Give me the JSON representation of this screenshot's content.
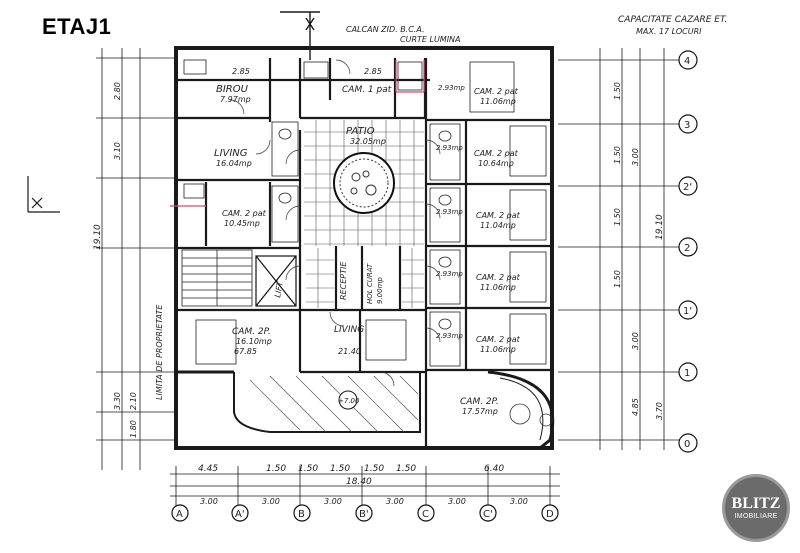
{
  "title": "ETAJ1",
  "header_notes": {
    "capacity_line1": "CAPACITATE CAZARE ET.",
    "capacity_line2": "MAX. 17 LOCURI",
    "top_center_line1": "CALCAN ZID. B.C.A.",
    "top_center_line2": "CURTE LUMINA"
  },
  "rooms": {
    "birou": {
      "name": "BIROU",
      "area": "7.97mp"
    },
    "living_top": {
      "name": "LIVING",
      "area": "16.04mp"
    },
    "cam_1pat": {
      "name": "CAM. 1 pat",
      "area": ""
    },
    "cam_left_mid": {
      "name": "CAM. 2 pat",
      "area": "10.45mp"
    },
    "patio": {
      "name": "PATIO",
      "area": "32.05mp"
    },
    "cam_r1": {
      "name": "CAM. 2 pat",
      "area": "11.06mp"
    },
    "cam_r2": {
      "name": "CAM. 2 pat",
      "area": "10.64mp"
    },
    "cam_r3": {
      "name": "CAM. 2 pat",
      "area": "11.04mp"
    },
    "cam_r4": {
      "name": "CAM. 2 pat",
      "area": "11.06mp"
    },
    "cam_r5": {
      "name": "CAM. 2 pat",
      "area": "11.06mp"
    },
    "receptie": {
      "name": "RECEPTIE",
      "area": ""
    },
    "hol": {
      "name": "HOL CURAT",
      "area": "9.00mp"
    },
    "cam_bottom": {
      "name": "CAM. 2P.",
      "area": "16.10mp"
    },
    "cam_bottom_sub": {
      "name": "",
      "area": "67.85"
    },
    "living_bottom": {
      "name": "LIVING",
      "area": "21.40"
    },
    "cam_corner": {
      "name": "CAM. 2P.",
      "area": "17.57mp"
    },
    "terasa": {
      "name": "",
      "area": "+7.00"
    }
  },
  "small_labels": {
    "bath_area_1": "2.93mp",
    "bath_area_2": "2.93mp",
    "bath_area_3": "2.93mp",
    "bath_area_4": "2.93mp",
    "bath_area_5": "2.93mp",
    "upper_area_1": "2.85",
    "upper_area_2": "2.85",
    "limita": "LIMITA DE PROPRIETATE",
    "lift": "LIFT"
  },
  "axes_right": [
    "4",
    "3",
    "2'",
    "2",
    "1'",
    "1",
    "0"
  ],
  "axes_bottom": [
    "A",
    "A'",
    "B",
    "B'",
    "C",
    "C'",
    "D"
  ],
  "dims_bottom_row1": [
    "4.45",
    "1.50",
    "1.50",
    "1.50",
    "1.50",
    "1.50",
    "6.40"
  ],
  "dims_bottom_total": "18.40",
  "dims_bottom_row3": [
    "3.00",
    "3.00",
    "3.00",
    "3.00",
    "3.00",
    "3.00"
  ],
  "dims_left": [
    "2.80",
    "3.10",
    "19.10",
    "3.30",
    "2.10",
    "1.80"
  ],
  "dims_right": [
    "3.00",
    "1.50",
    "1.50",
    "1.50",
    "1.50",
    "3.00",
    "4.85",
    "3.70",
    "19.10"
  ],
  "logo": {
    "line1": "BLITZ",
    "line2": "IMOBILIARE"
  }
}
